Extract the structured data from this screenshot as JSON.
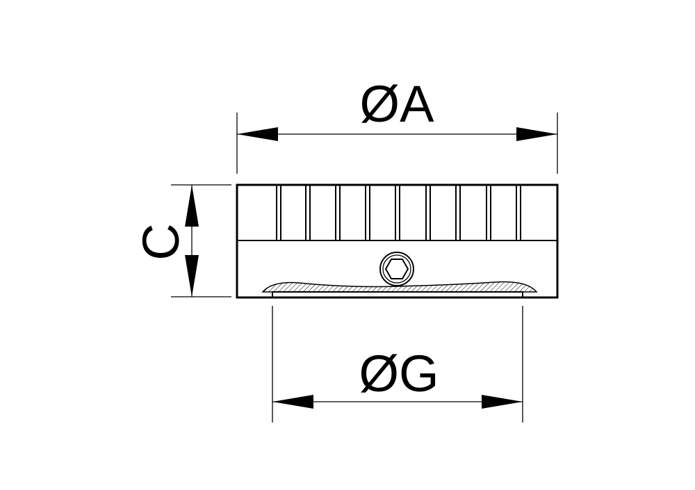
{
  "drawing": {
    "labels": {
      "outer_diameter": "ØA",
      "inner_diameter": "ØG",
      "height": "C"
    },
    "colors": {
      "line": "#000000",
      "background": "#ffffff"
    }
  }
}
